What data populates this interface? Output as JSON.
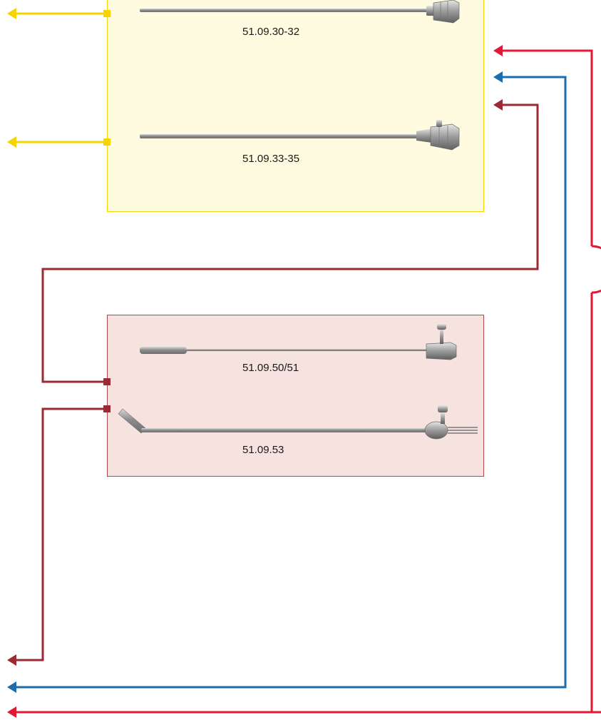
{
  "instruments": [
    {
      "id": "sheath-a",
      "label": "51.09.30-32"
    },
    {
      "id": "sheath-b",
      "label": "51.09.33-35"
    },
    {
      "id": "obturator",
      "label": "51.09.50/51"
    },
    {
      "id": "working-element",
      "label": "51.09.53"
    }
  ],
  "colors": {
    "yellow_line": "#f5d400",
    "red_line": "#e31837",
    "blue_line": "#1a6eb0",
    "maroon_line": "#9b2a35",
    "yellow_panel": "#fffbe0",
    "red_panel": "#f6e2de"
  }
}
